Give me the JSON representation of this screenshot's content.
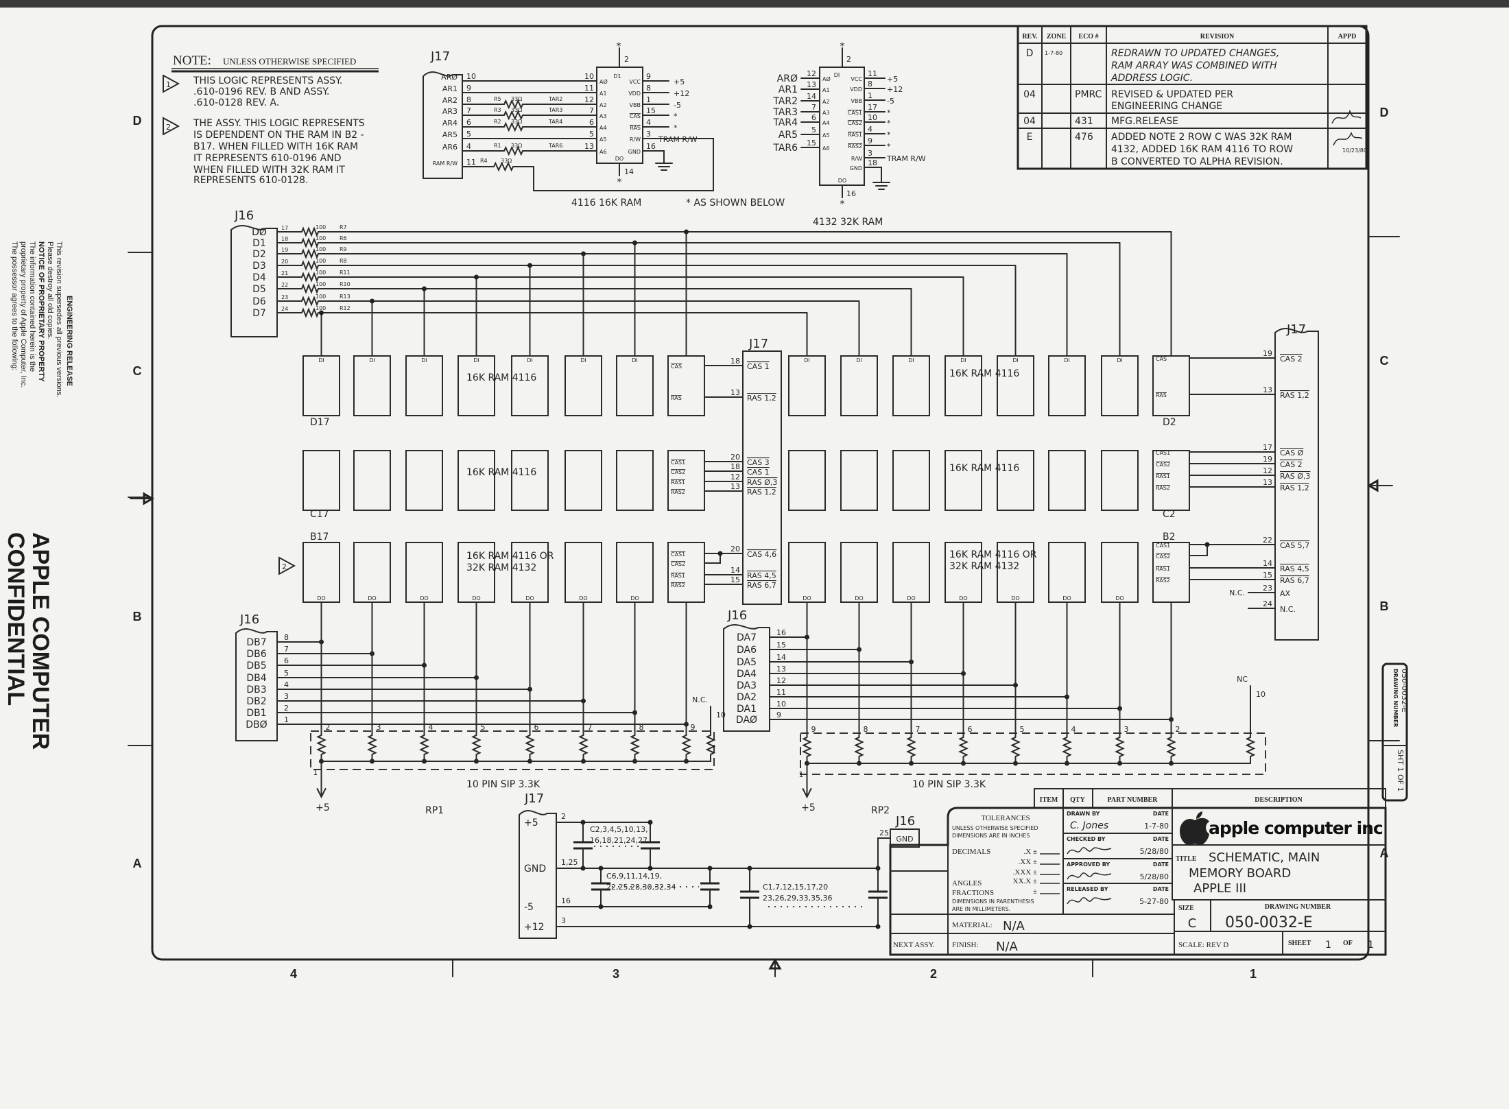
{
  "sheet": {
    "zones_left": [
      "D",
      "C",
      "B",
      "A"
    ],
    "zones_right": [
      "D",
      "C",
      "B",
      "A"
    ],
    "columns": [
      "4",
      "3",
      "2",
      "1"
    ]
  },
  "margin": {
    "heading": "ENGINEERING RELEASE",
    "lines": [
      "This revision supersedes all previous versions.",
      "Please destroy all old copies.",
      "NOTICE OF PROPRIETARY PROPERTY",
      "The information contained herein is the",
      "proprietary property of Apple Computer, Inc.",
      "The possessor agrees to the following:"
    ],
    "confidential": [
      "APPLE COMPUTER",
      "CONFIDENTIAL"
    ]
  },
  "notes": {
    "heading": "NOTE:",
    "subheading": "UNLESS OTHERWISE SPECIFIED",
    "items": [
      {
        "num": "1",
        "lines": [
          "THIS LOGIC REPRESENTS ASSY.",
          ".610-0196 REV. B AND ASSY.",
          ".610-0128 REV. A."
        ]
      },
      {
        "num": "2",
        "lines": [
          "THE ASSY. THIS LOGIC REPRESENTS",
          "IS DEPENDENT ON THE RAM IN B2 -",
          "B17. WHEN FILLED WITH 16K RAM",
          "IT REPRESENTS 610-0196 AND",
          "WHEN FILLED WITH 32K RAM IT",
          "REPRESENTS 610-0128."
        ]
      }
    ]
  },
  "chip_4116": {
    "connector": "J17",
    "conn_pins": [
      {
        "label": "ARØ",
        "pin": "10"
      },
      {
        "label": "AR1",
        "pin": "9"
      },
      {
        "label": "AR2",
        "pin": "8",
        "res": "R5",
        "val": "33Ω",
        "net": "TAR2"
      },
      {
        "label": "AR3",
        "pin": "7",
        "res": "R3",
        "val": "33Ω",
        "net": "TAR3"
      },
      {
        "label": "AR4",
        "pin": "6",
        "res": "R2",
        "val": "33Ω",
        "net": "TAR4"
      },
      {
        "label": "AR5",
        "pin": "5"
      },
      {
        "label": "AR6",
        "pin": "4",
        "res": "R1",
        "val": "33Ω",
        "net": "TAR6"
      },
      {
        "label": "RAM R/W",
        "pin": "11",
        "res": "R4",
        "val": "33Ω"
      }
    ],
    "ref": "D1",
    "top_pin": "2",
    "bottom_pin": "14",
    "bottom_label": "DO",
    "star": "*",
    "left_pins": [
      {
        "name": "AØ",
        "pin": "10"
      },
      {
        "name": "A1",
        "pin": "11"
      },
      {
        "name": "A2",
        "pin": "12"
      },
      {
        "name": "A3",
        "pin": "7"
      },
      {
        "name": "A4",
        "pin": "6"
      },
      {
        "name": "A5",
        "pin": "5"
      },
      {
        "name": "A6",
        "pin": "13"
      }
    ],
    "right_pins": [
      {
        "name": "VCC",
        "pin": "9",
        "net": "+5"
      },
      {
        "name": "VDD",
        "pin": "8",
        "net": "+12"
      },
      {
        "name": "VBB",
        "pin": "1",
        "net": "-5"
      },
      {
        "name": "CAS",
        "pin": "15",
        "net": "*",
        "bar": true
      },
      {
        "name": "RAS",
        "pin": "4",
        "net": "*",
        "bar": true
      },
      {
        "name": "R/W",
        "pin": "3",
        "net": "TRAM R/W"
      },
      {
        "name": "GND",
        "pin": "16",
        "net": ""
      }
    ],
    "caption": "4116  16K RAM"
  },
  "footnote": "* AS SHOWN BELOW",
  "chip_4132": {
    "ref": "DI",
    "top_pin": "2",
    "bottom_pin": "16",
    "bottom_label": "DO",
    "star": "*",
    "left_pins": [
      {
        "net": "ARØ",
        "name": "AØ",
        "pin": "12"
      },
      {
        "net": "AR1",
        "name": "A1",
        "pin": "13"
      },
      {
        "net": "TAR2",
        "name": "A2",
        "pin": "14"
      },
      {
        "net": "TAR3",
        "name": "A3",
        "pin": "7"
      },
      {
        "net": "TAR4",
        "name": "A4",
        "pin": "6"
      },
      {
        "net": "AR5",
        "name": "A5",
        "pin": "5"
      },
      {
        "net": "TAR6",
        "name": "A6",
        "pin": "15"
      }
    ],
    "right_pins": [
      {
        "name": "VCC",
        "pin": "11",
        "net": "+5"
      },
      {
        "name": "VDD",
        "pin": "8",
        "net": "+12"
      },
      {
        "name": "VBB",
        "pin": "1",
        "net": "-5"
      },
      {
        "name": "CAS1",
        "pin": "17",
        "net": "*",
        "bar": true
      },
      {
        "name": "CAS2",
        "pin": "10",
        "net": "*",
        "bar": true
      },
      {
        "name": "RAS1",
        "pin": "4",
        "net": "*",
        "bar": true
      },
      {
        "name": "RAS2",
        "pin": "9",
        "net": "*",
        "bar": true
      },
      {
        "name": "R/W",
        "pin": "3",
        "net": "TRAM R/W"
      },
      {
        "name": "GND",
        "pin": "18",
        "net": ""
      }
    ],
    "caption": "4132  32K RAM"
  },
  "revisions": {
    "headers": [
      "REV.",
      "ZONE",
      "ECO #",
      "REVISION",
      "APPD"
    ],
    "rows": [
      {
        "rev": "D",
        "zone": "1-7-80",
        "eco": "",
        "lines": [
          "REDRAWN TO UPDATED CHANGES,",
          "RAM ARRAY WAS COMBINED WITH",
          "ADDRESS LOGIC."
        ],
        "appd": ""
      },
      {
        "rev": "04",
        "zone": "",
        "eco": "PMRC",
        "lines": [
          "REVISED & UPDATED PER",
          "ENGINEERING CHANGE"
        ],
        "appd": ""
      },
      {
        "rev": "04",
        "zone": "",
        "eco": "431",
        "lines": [
          "MFG.RELEASE"
        ],
        "appd": ""
      },
      {
        "rev": "E",
        "zone": "",
        "eco": "476",
        "lines": [
          "ADDED NOTE 2 ROW C WAS 32K RAM",
          "4132, ADDED 16K RAM 4116 TO ROW",
          "B CONVERTED TO ALPHA REVISION."
        ],
        "appd": "10/23/80"
      }
    ]
  },
  "data_bus": {
    "connector": "J16",
    "lines": [
      {
        "label": "DØ",
        "pin": "17",
        "value": "100",
        "ref": "R7"
      },
      {
        "label": "D1",
        "pin": "18",
        "value": "100",
        "ref": "R6"
      },
      {
        "label": "D2",
        "pin": "19",
        "value": "100",
        "ref": "R9"
      },
      {
        "label": "D3",
        "pin": "20",
        "value": "100",
        "ref": "R8"
      },
      {
        "label": "D4",
        "pin": "21",
        "value": "100",
        "ref": "R11"
      },
      {
        "label": "D5",
        "pin": "22",
        "value": "100",
        "ref": "R10"
      },
      {
        "label": "D6",
        "pin": "23",
        "value": "100",
        "ref": "R13"
      },
      {
        "label": "D7",
        "pin": "24",
        "value": "100",
        "ref": "R12"
      }
    ]
  },
  "ram_array": {
    "mid_connector": "J17",
    "right_connector": "J17",
    "chip_top_label": "DI",
    "chip_bottom_label": "DO",
    "note_flag": "2",
    "rows": [
      {
        "left_ref": "D17",
        "right_ref": "D2",
        "type": [
          "16K RAM 4116"
        ],
        "ctrl_left": [
          {
            "name": "CAS",
            "pin": "18",
            "net": "CAS 1"
          },
          {
            "name": "RAS",
            "pin": "13",
            "net": "RAS 1,2"
          }
        ],
        "ctrl_right": [
          {
            "name": "CAS",
            "pin": "19",
            "net": "CAS 2"
          },
          {
            "name": "RAS",
            "pin": "13",
            "net": "RAS 1,2"
          }
        ]
      },
      {
        "left_ref": "C17",
        "right_ref": "C2",
        "type": [
          "16K RAM 4116"
        ],
        "ctrl_left": [
          {
            "name": "CAS1",
            "pin": "20",
            "net": "CAS 3"
          },
          {
            "name": "CAS2",
            "pin": "18",
            "net": "CAS 1"
          },
          {
            "name": "RAS1",
            "pin": "12",
            "net": "RAS Ø,3"
          },
          {
            "name": "RAS2",
            "pin": "13",
            "net": "RAS 1,2"
          }
        ],
        "ctrl_right": [
          {
            "name": "CAS1",
            "pin": "17",
            "net": "CAS Ø"
          },
          {
            "name": "CAS2",
            "pin": "19",
            "net": "CAS 2"
          },
          {
            "name": "RAS1",
            "pin": "12",
            "net": "RAS Ø,3"
          },
          {
            "name": "RAS2",
            "pin": "13",
            "net": "RAS 1,2"
          }
        ]
      },
      {
        "left_ref": "B17",
        "right_ref": "B2",
        "type": [
          "16K RAM 4116 OR",
          "32K RAM 4132"
        ],
        "ctrl_left": [
          {
            "name": "CAS1",
            "pin": "20",
            "net": "CAS 4,6"
          },
          {
            "name": "CAS2",
            "pin": "",
            "net": ""
          },
          {
            "name": "RAS1",
            "pin": "14",
            "net": "RAS 4,5"
          },
          {
            "name": "RAS2",
            "pin": "15",
            "net": "RAS 6,7"
          }
        ],
        "ctrl_right": [
          {
            "name": "CAS1",
            "pin": "22",
            "net": "CAS 5,7"
          },
          {
            "name": "CAS2",
            "pin": "",
            "net": ""
          },
          {
            "name": "RAS1",
            "pin": "14",
            "net": "RAS 4,5"
          },
          {
            "name": "RAS2",
            "pin": "15",
            "net": "RAS 6,7"
          }
        ]
      }
    ],
    "extra_right": [
      {
        "pin": "23",
        "net": "AX",
        "nc": "N.C."
      },
      {
        "pin": "24",
        "net": "N.C.",
        "nc": ""
      }
    ]
  },
  "db_bus": {
    "connector": "J16",
    "lines": [
      {
        "label": "DB7",
        "pin": "8"
      },
      {
        "label": "DB6",
        "pin": "7"
      },
      {
        "label": "DB5",
        "pin": "6"
      },
      {
        "label": "DB4",
        "pin": "5"
      },
      {
        "label": "DB3",
        "pin": "4"
      },
      {
        "label": "DB2",
        "pin": "3"
      },
      {
        "label": "DB1",
        "pin": "2"
      },
      {
        "label": "DBØ",
        "pin": "1"
      }
    ],
    "pack": {
      "ref": "RP1",
      "desc": "10 PIN SIP 3.3K",
      "pins": [
        "2",
        "3",
        "4",
        "5",
        "6",
        "7",
        "8",
        "9"
      ],
      "pin10": "10",
      "nc": "N.C.",
      "pin1": "1",
      "supply": "+5"
    }
  },
  "da_bus": {
    "connector": "J16",
    "lines": [
      {
        "label": "DA7",
        "pin": "16"
      },
      {
        "label": "DA6",
        "pin": "15"
      },
      {
        "label": "DA5",
        "pin": "14"
      },
      {
        "label": "DA4",
        "pin": "13"
      },
      {
        "label": "DA3",
        "pin": "12"
      },
      {
        "label": "DA2",
        "pin": "11"
      },
      {
        "label": "DA1",
        "pin": "10"
      },
      {
        "label": "DAØ",
        "pin": "9"
      }
    ],
    "pack": {
      "ref": "RP2",
      "desc": "10 PIN SIP 3.3K",
      "pins": [
        "9",
        "8",
        "7",
        "6",
        "5",
        "4",
        "3",
        "2"
      ],
      "pin10": "10",
      "nc": "NC",
      "pin1": "1",
      "supply": "+5"
    }
  },
  "decoupling": {
    "connector": "J17",
    "rails": [
      {
        "label": "+5",
        "pin": "2"
      },
      {
        "label": "GND",
        "pin": "1,25"
      },
      {
        "label": "-5",
        "pin": "16"
      },
      {
        "label": "+12",
        "pin": "3"
      }
    ],
    "groups": [
      [
        "C2,3,4,5,10,13,",
        "16,18,21,24,27"
      ],
      [
        "C6,9,11,14,19,",
        "22,25,28,30,32,34"
      ],
      [
        "C1,7,12,15,17,20",
        "23,26,29,33,35,36"
      ]
    ],
    "gnd_connector": "J16",
    "gnd_pin": "25",
    "gnd_label": "GND"
  },
  "title_block": {
    "parts_headers": [
      "ITEM",
      "QTY",
      "PART NUMBER",
      "DESCRIPTION"
    ],
    "tolerances": {
      "heading": "TOLERANCES",
      "lines": [
        "UNLESS OTHERWISE SPECIFIED",
        "DIMENSIONS ARE IN INCHES"
      ],
      "decimals": "DECIMALS",
      "dec_rows": [
        ".X ±",
        ".XX ±",
        ".XXX ±"
      ],
      "angles": "ANGLES",
      "angles_val": "XX.X ±",
      "fractions": "FRACTIONS",
      "fractions_val": "±",
      "footer": [
        "DIMENSIONS IN PARENTHESIS",
        "ARE IN MILLIMETERS."
      ]
    },
    "signoffs": [
      {
        "label": "DRAWN BY",
        "date_label": "DATE",
        "name": "C. Jones",
        "date": "1-7-80"
      },
      {
        "label": "CHECKED BY",
        "date_label": "DATE",
        "name": "",
        "date": "5/28/80"
      },
      {
        "label": "APPROVED BY",
        "date_label": "DATE",
        "name": "",
        "date": "5/28/80"
      },
      {
        "label": "RELEASED BY",
        "date_label": "DATE",
        "name": "",
        "date": "5-27-80"
      }
    ],
    "company": "apple computer inc",
    "title_label": "TITLE",
    "title_lines": [
      "SCHEMATIC, MAIN",
      "MEMORY BOARD",
      "APPLE III"
    ],
    "size_label": "SIZE",
    "size": "C",
    "drawing_number_label": "DRAWING NUMBER",
    "drawing_number": "050-0032-E",
    "scale": "SCALE: REV D",
    "sheet_label": "SHEET",
    "sheet": "1",
    "of_label": "OF",
    "of": "1",
    "material_label": "MATERIAL:",
    "material": "N/A",
    "next_assy_label": "NEXT ASSY.",
    "finish_label": "FINISH:",
    "finish": "N/A"
  },
  "stamp": {
    "drawing_number_label": "DRAWING NUMBER",
    "number": "050-0032-E",
    "sheet": "SHT 1 OF 1"
  },
  "colors": {
    "ink": "#2a2a2a",
    "paper": "#f3f3f0"
  }
}
